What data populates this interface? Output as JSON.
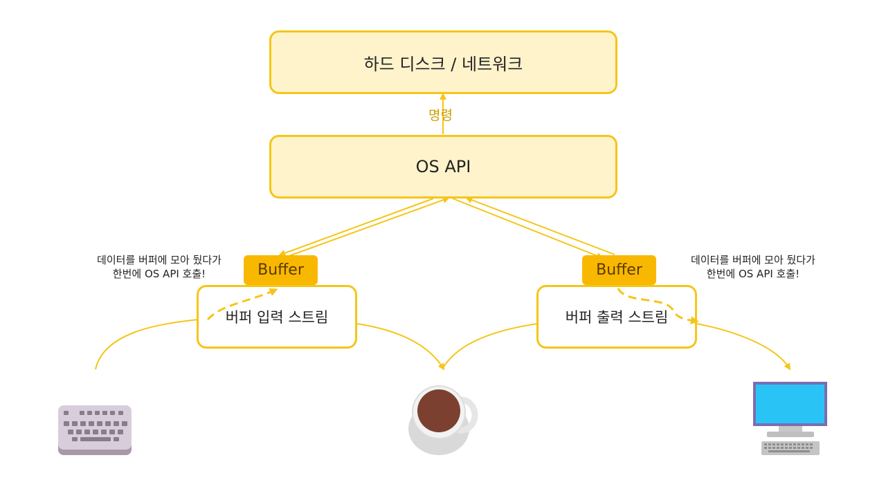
{
  "boxes": {
    "disk_network": "하드 디스크 / 네트워크",
    "os_api": "OS API",
    "input_stream": "버퍼 입력 스트림",
    "output_stream": "버퍼 출력 스트림"
  },
  "command_label": "명령",
  "buffer_label": "Buffer",
  "notes": {
    "left_line1": "데이터를 버퍼에 모아 뒀다가",
    "left_line2": "한번에 OS API 호출!",
    "right_line1": "데이터를 버퍼에 모아 뒀다가",
    "right_line2": "한번에 OS API 호출!"
  },
  "icons": [
    "keyboard-icon",
    "coffee-cup-icon",
    "computer-monitor-icon"
  ],
  "colors": {
    "accent": "#f5c518",
    "box_fill": "#fff3cc",
    "buffer": "#f9b800",
    "command_text": "#c9a000"
  }
}
